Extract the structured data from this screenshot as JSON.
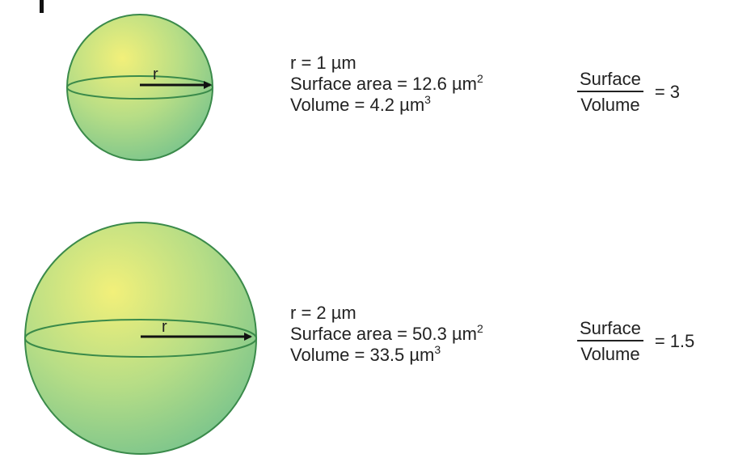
{
  "figure": {
    "colors": {
      "sphere_center": "#f2f07a",
      "sphere_edge": "#7cc58c",
      "outline": "#3a8a4a",
      "text": "#222222"
    },
    "spheres": [
      {
        "radius_label": "r",
        "radius_line": "r = 1 µm",
        "surface_label": "Surface area = 12.6 µm",
        "surface_exp": "2",
        "volume_label": "Volume = 4.2 µm",
        "volume_exp": "3",
        "ratio_numerator": "Surface",
        "ratio_denominator": "Volume",
        "ratio_equals": "=",
        "ratio_value": "3"
      },
      {
        "radius_label": "r",
        "radius_line": "r = 2 µm",
        "surface_label": "Surface area = 50.3 µm",
        "surface_exp": "2",
        "volume_label": "Volume = 33.5 µm",
        "volume_exp": "3",
        "ratio_numerator": "Surface",
        "ratio_denominator": "Volume",
        "ratio_equals": "=",
        "ratio_value": "1.5"
      }
    ]
  }
}
